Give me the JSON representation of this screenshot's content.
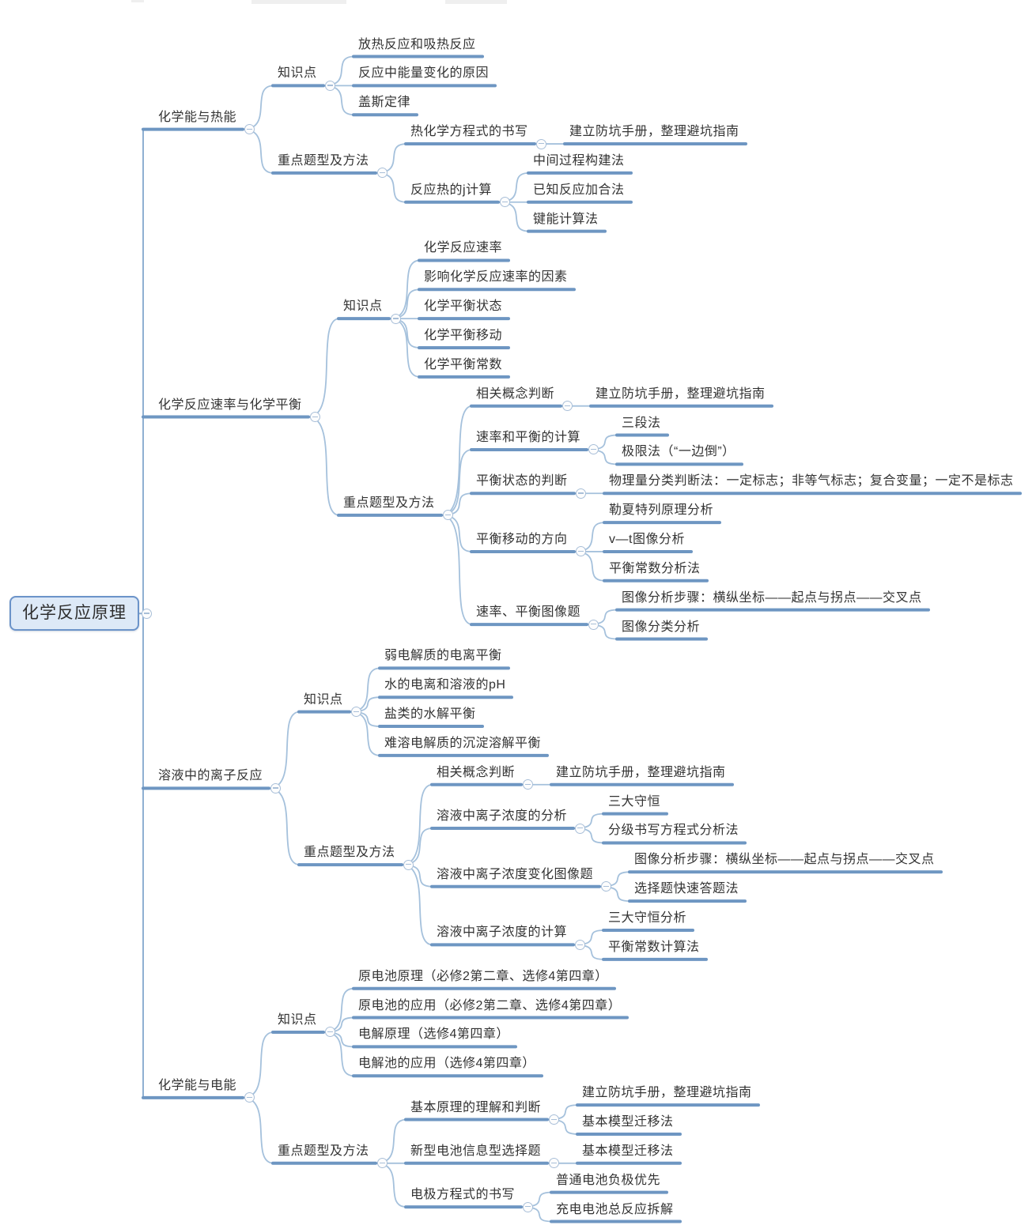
{
  "palette": {
    "background": "#FFFFFF",
    "branch": "#A5C1DC",
    "trunk": "#8FB0D2",
    "underline": "#6E96C2",
    "text": "#333333",
    "root_fill": "#DDE9F7",
    "root_border": "#6B93C9",
    "icon_stroke": "#A9BFD8"
  },
  "collapse_icon": {
    "symbol": "minus",
    "meaning": "collapse-branch"
  },
  "mindmap": {
    "label": "化学反应原理",
    "children": [
      {
        "label": "化学能与热能",
        "children": [
          {
            "label": "知识点",
            "children": [
              {
                "label": "放热反应和吸热反应"
              },
              {
                "label": "反应中能量变化的原因"
              },
              {
                "label": "盖斯定律"
              }
            ]
          },
          {
            "label": "重点题型及方法",
            "children": [
              {
                "label": "热化学方程式的书写",
                "children": [
                  {
                    "label": "建立防坑手册，整理避坑指南"
                  }
                ]
              },
              {
                "label": "反应热的j计算",
                "children": [
                  {
                    "label": "中间过程构建法"
                  },
                  {
                    "label": "已知反应加合法"
                  },
                  {
                    "label": "键能计算法"
                  }
                ]
              }
            ]
          }
        ]
      },
      {
        "label": "化学反应速率与化学平衡",
        "children": [
          {
            "label": "知识点",
            "children": [
              {
                "label": "化学反应速率"
              },
              {
                "label": "影响化学反应速率的因素"
              },
              {
                "label": "化学平衡状态"
              },
              {
                "label": "化学平衡移动"
              },
              {
                "label": "化学平衡常数"
              }
            ]
          },
          {
            "label": "重点题型及方法",
            "children": [
              {
                "label": "相关概念判断",
                "children": [
                  {
                    "label": "建立防坑手册，整理避坑指南"
                  }
                ]
              },
              {
                "label": "速率和平衡的计算",
                "children": [
                  {
                    "label": "三段法"
                  },
                  {
                    "label": "极限法（“一边倒”）"
                  }
                ]
              },
              {
                "label": "平衡状态的判断",
                "children": [
                  {
                    "label": "物理量分类判断法：一定标志；非等气标志；复合变量；一定不是标志"
                  }
                ]
              },
              {
                "label": "平衡移动的方向",
                "children": [
                  {
                    "label": "勒夏特列原理分析"
                  },
                  {
                    "label": "v—t图像分析"
                  },
                  {
                    "label": "平衡常数分析法"
                  }
                ]
              },
              {
                "label": "速率、平衡图像题",
                "children": [
                  {
                    "label": "图像分析步骤：横纵坐标——起点与拐点——交叉点"
                  },
                  {
                    "label": "图像分类分析"
                  }
                ]
              }
            ]
          }
        ]
      },
      {
        "label": "溶液中的离子反应",
        "children": [
          {
            "label": "知识点",
            "children": [
              {
                "label": "弱电解质的电离平衡"
              },
              {
                "label": "水的电离和溶液的pH"
              },
              {
                "label": "盐类的水解平衡"
              },
              {
                "label": "难溶电解质的沉淀溶解平衡"
              }
            ]
          },
          {
            "label": "重点题型及方法",
            "children": [
              {
                "label": "相关概念判断",
                "children": [
                  {
                    "label": "建立防坑手册，整理避坑指南"
                  }
                ]
              },
              {
                "label": "溶液中离子浓度的分析",
                "children": [
                  {
                    "label": "三大守恒"
                  },
                  {
                    "label": "分级书写方程式分析法"
                  }
                ]
              },
              {
                "label": "溶液中离子浓度变化图像题",
                "children": [
                  {
                    "label": "图像分析步骤：横纵坐标——起点与拐点——交叉点"
                  },
                  {
                    "label": "选择题快速答题法"
                  }
                ]
              },
              {
                "label": "溶液中离子浓度的计算",
                "children": [
                  {
                    "label": "三大守恒分析"
                  },
                  {
                    "label": "平衡常数计算法"
                  }
                ]
              }
            ]
          }
        ]
      },
      {
        "label": "化学能与电能",
        "children": [
          {
            "label": "知识点",
            "children": [
              {
                "label": "原电池原理（必修2第二章、选修4第四章）"
              },
              {
                "label": "原电池的应用（必修2第二章、选修4第四章）"
              },
              {
                "label": "电解原理（选修4第四章）"
              },
              {
                "label": "电解池的应用（选修4第四章）"
              }
            ]
          },
          {
            "label": "重点题型及方法",
            "children": [
              {
                "label": "基本原理的理解和判断",
                "children": [
                  {
                    "label": "建立防坑手册，整理避坑指南"
                  },
                  {
                    "label": "基本模型迁移法"
                  }
                ]
              },
              {
                "label": "新型电池信息型选择题",
                "children": [
                  {
                    "label": "基本模型迁移法"
                  }
                ]
              },
              {
                "label": "电极方程式的书写",
                "children": [
                  {
                    "label": "普通电池负极优先"
                  },
                  {
                    "label": "充电电池总反应拆解"
                  }
                ]
              }
            ]
          }
        ]
      }
    ]
  }
}
